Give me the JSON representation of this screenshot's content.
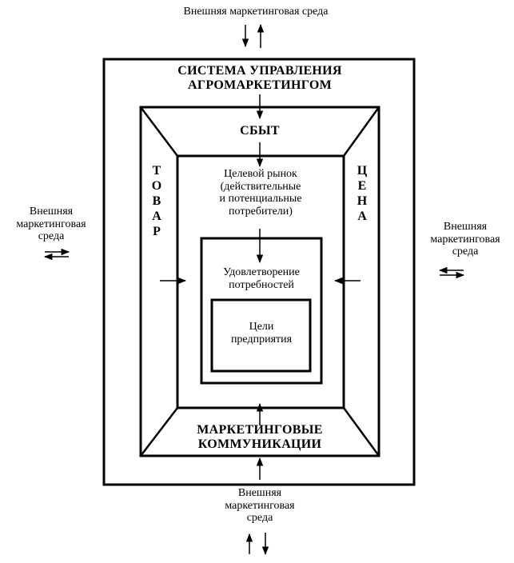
{
  "external_env": {
    "top": "Внешняя маркетинговая среда",
    "left": [
      "Внешняя",
      "маркетинговая",
      "среда"
    ],
    "right": [
      "Внешняя",
      "маркетинговая",
      "среда"
    ],
    "bottom": [
      "Внешняя",
      "маркетинговая",
      "среда"
    ]
  },
  "system": {
    "title_line1": "СИСТЕМА УПРАВЛЕНИЯ",
    "title_line2": "АГРОМАРКЕТИНГОМ"
  },
  "frame": {
    "top": "СБЫТ",
    "left": "ТОВАР",
    "right": "ЦЕНА",
    "bottom_line1": "МАРКЕТИНГОВЫЕ",
    "bottom_line2": "КОММУНИКАЦИИ"
  },
  "target_market": [
    "Целевой рынок",
    "(действительные",
    "и потенциальные",
    "потребители)"
  ],
  "satisfaction": [
    "Удовлетворение",
    "потребностей"
  ],
  "goals": [
    "Цели",
    "предприятия"
  ]
}
